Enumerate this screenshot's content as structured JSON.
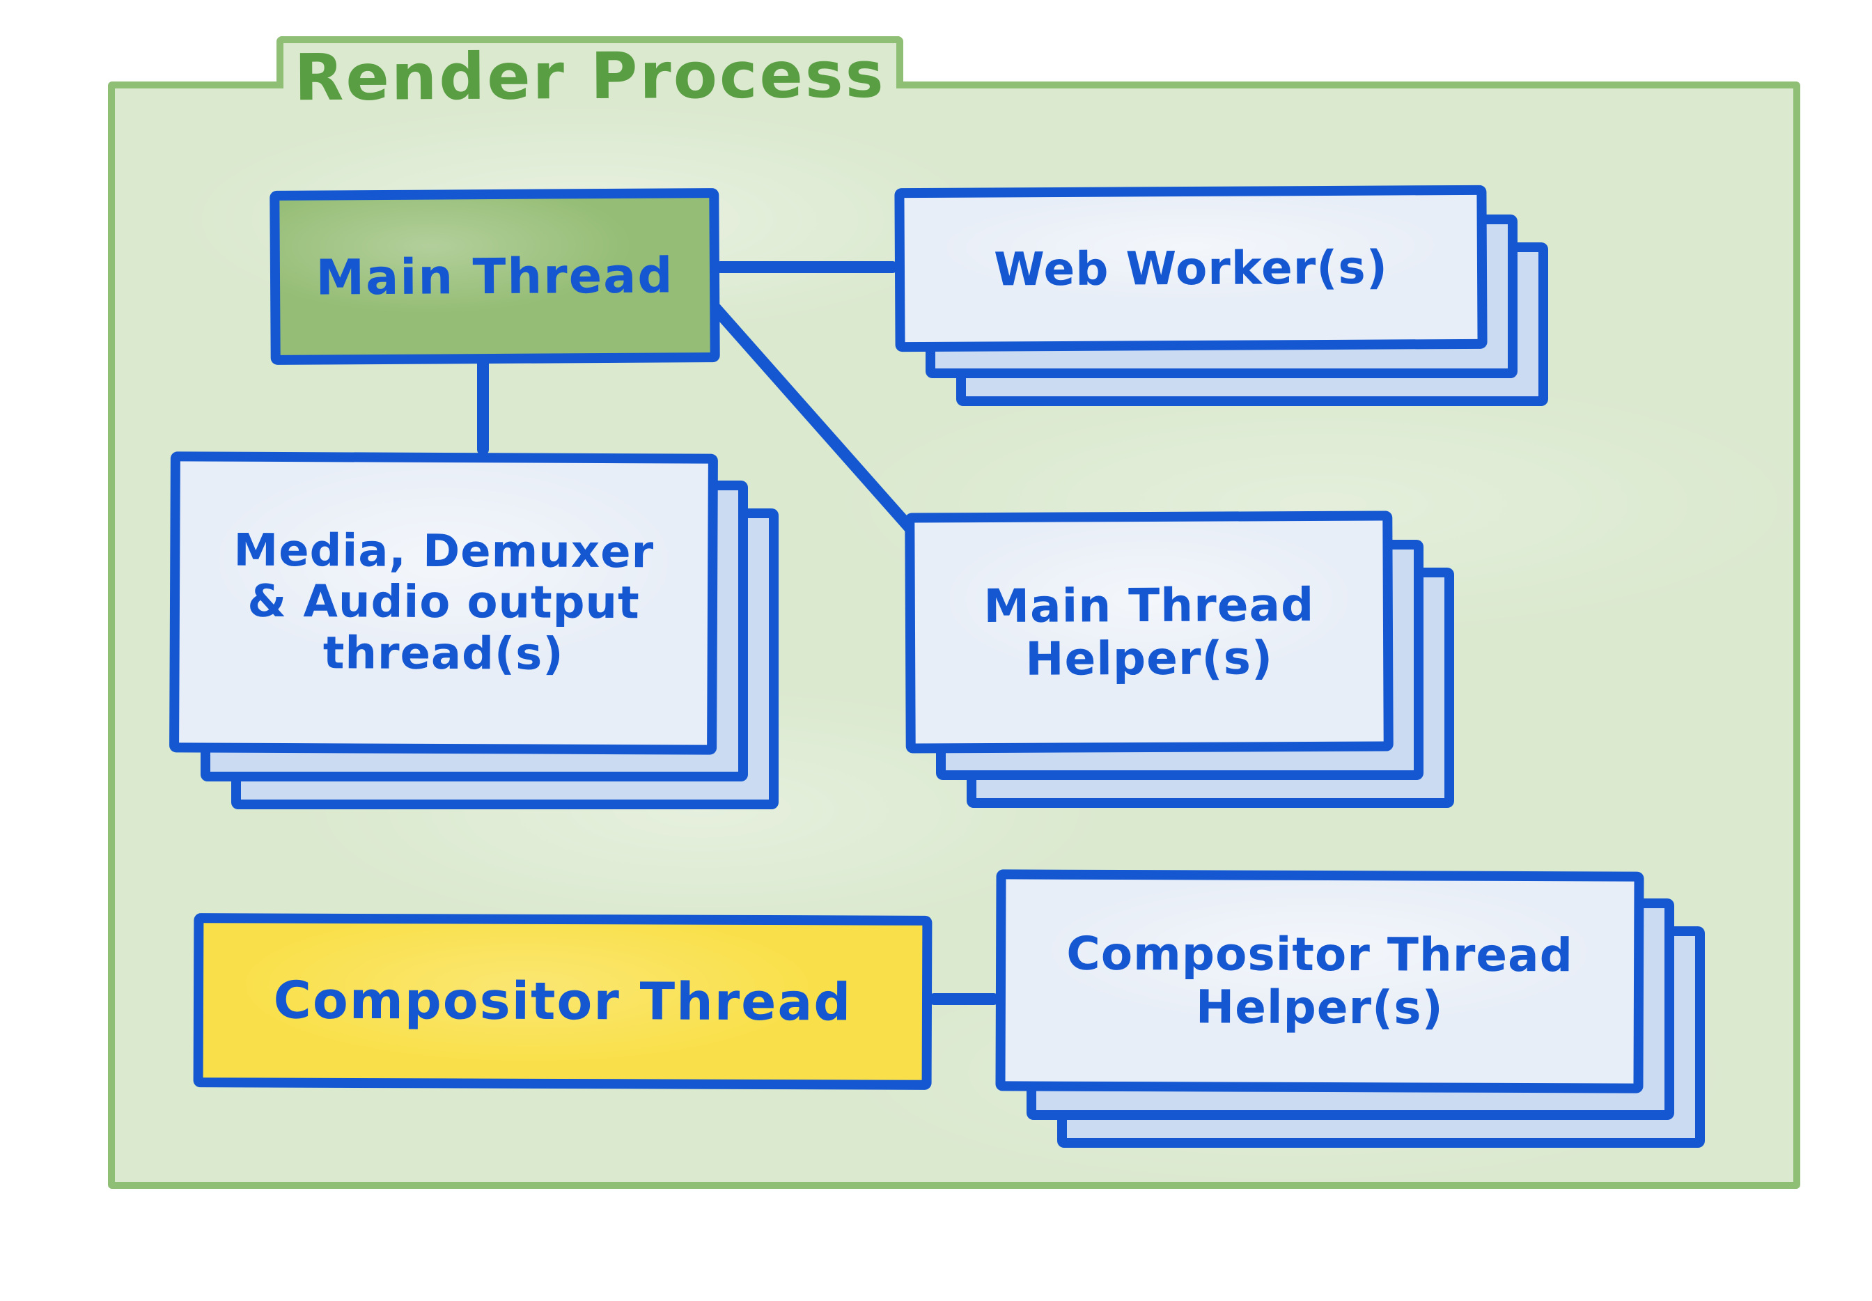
{
  "title": "Render Process",
  "frame": {
    "shape": "folder-tab",
    "fill": "#dbe9cf",
    "border": "#8fbe75",
    "title_color": "#5a9e44"
  },
  "colors": {
    "line_blue": "#1457d1",
    "card_front": "#e8eef7",
    "card_back": "#cbdcf2",
    "main_thread_fill": "#95bd75",
    "compositor_fill": "#f9e04a"
  },
  "nodes": {
    "main_thread": {
      "label": "Main Thread",
      "fill": "#95bd75",
      "type": "single"
    },
    "web_workers": {
      "label": "Web Worker(s)",
      "fill": "#e8eef7",
      "type": "stack-of-3"
    },
    "media_threads": {
      "label": "Media, Demuxer\n& Audio output\nthread(s)",
      "fill": "#e8eef7",
      "type": "stack-of-3"
    },
    "main_thread_helpers": {
      "label": "Main Thread\nHelper(s)",
      "fill": "#e8eef7",
      "type": "stack-of-3"
    },
    "compositor_thread": {
      "label": "Compositor Thread",
      "fill": "#f9e04a",
      "type": "single"
    },
    "compositor_thread_helpers": {
      "label": "Compositor Thread\nHelper(s)",
      "fill": "#e8eef7",
      "type": "stack-of-3"
    }
  },
  "edges": [
    {
      "from": "main_thread",
      "to": "web_workers"
    },
    {
      "from": "main_thread",
      "to": "media_threads"
    },
    {
      "from": "main_thread",
      "to": "main_thread_helpers"
    },
    {
      "from": "compositor_thread",
      "to": "compositor_thread_helpers"
    }
  ]
}
